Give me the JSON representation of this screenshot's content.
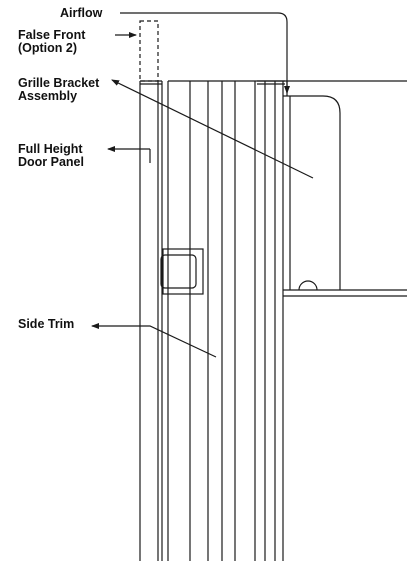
{
  "labels": {
    "airflow": "Airflow",
    "false_front": [
      "False Front",
      "(Option 2)"
    ],
    "grille_bracket": [
      "Grille Bracket",
      "Assembly"
    ],
    "door_panel": [
      "Full Height",
      "Door Panel"
    ],
    "side_trim": "Side Trim"
  },
  "colors": {
    "line": "#1a1a1a",
    "background": "#ffffff"
  }
}
